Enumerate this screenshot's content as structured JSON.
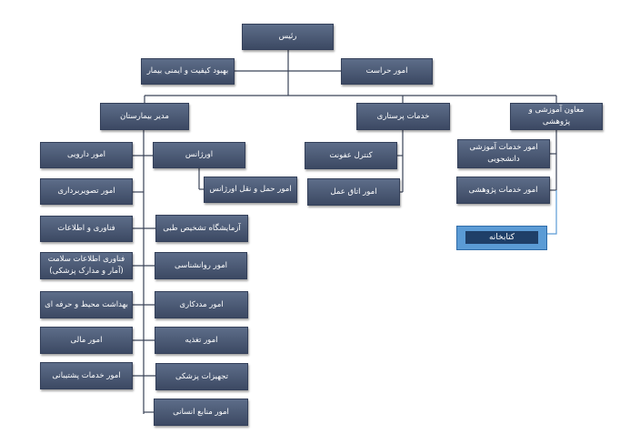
{
  "title": "رئیس",
  "level1": {
    "quality": "بهبود کیفیت و ایمنی بیمار",
    "security": "امور حراست"
  },
  "level2": {
    "manager": "مدیر بیمارستان",
    "nursing": "خدمات پرستاری",
    "deputy": "معاون آموزشی و پژوهشی"
  },
  "nursing_units": [
    "کنترل عفونت",
    "امور اتاق عمل"
  ],
  "deputy_units": [
    "امور خدمات آموزشی دانشجویی",
    "امور خدمات پژوهشی"
  ],
  "library": "کتابخانه",
  "manager_left": [
    "امور دارویی",
    "امور تصویربرداری",
    "فناوری و اطلاعات",
    "فناوری اطلاعات سلامت (آمار و مدارک پزشکی)",
    "بهداشت محیط و حرفه ای",
    "امور مالی",
    "امور خدمات پشتیبانی"
  ],
  "manager_right": [
    "اورژانس",
    "آزمایشگاه تشخیص طبی",
    "امور روانشناسی",
    "امور مددکاری",
    "امور تغذیه",
    "تجهیزات پزشکی",
    "امور منابع انسانی"
  ],
  "emergency_sub": "امور حمل و نقل اورژانس"
}
